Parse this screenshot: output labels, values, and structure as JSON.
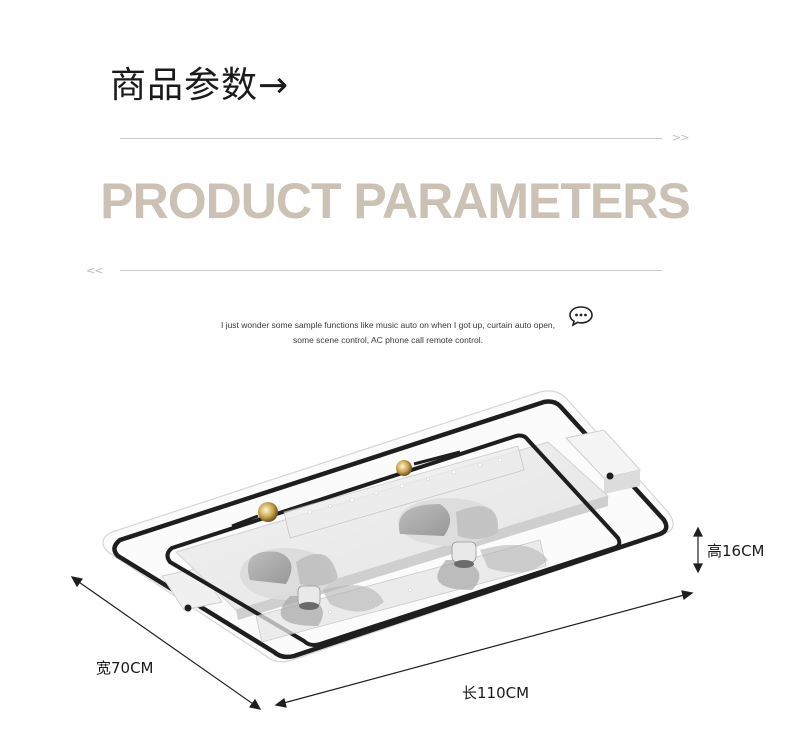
{
  "header": {
    "title_cn": "商品参数→",
    "title_en": "PRODUCT PARAMETERS",
    "chevron_right": ">>",
    "chevron_left": "<<"
  },
  "description": {
    "line1": "I just wonder some sample functions like music auto on when I got up, curtain auto open,",
    "line2": "some scene control, AC phone call remote control."
  },
  "icons": {
    "chat": "chat-bubble-icon"
  },
  "dimensions": {
    "height": "高16CM",
    "width": "宽70CM",
    "length": "长110CM"
  },
  "colors": {
    "accent_beige": "#cbc1b4",
    "frame_black": "#1e1e1e",
    "divider": "#c9c9c9"
  }
}
